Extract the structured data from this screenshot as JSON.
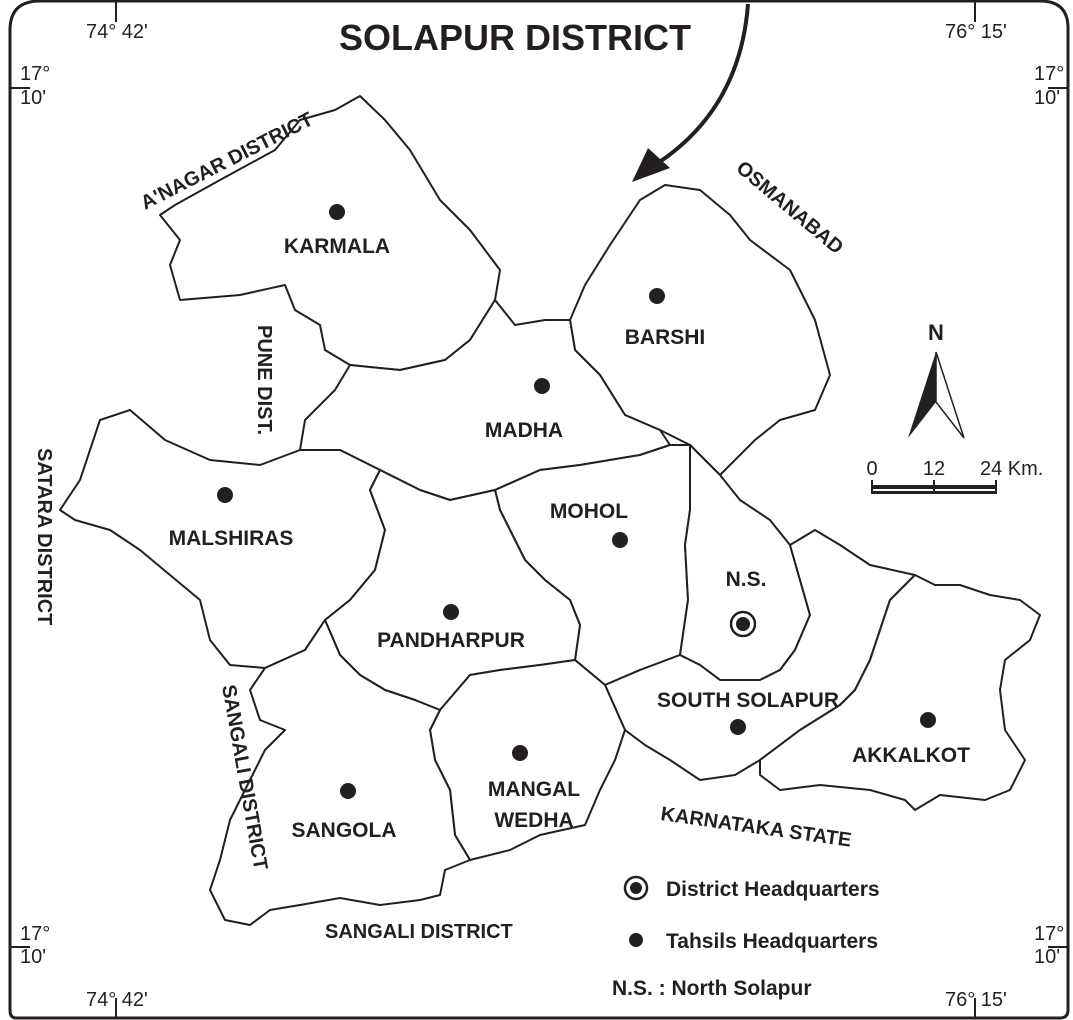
{
  "title": "SOLAPUR DISTRICT",
  "coords": {
    "top_left_lon": "74° 42'",
    "top_right_lon": "76° 15'",
    "bottom_left_lon": "74° 42'",
    "bottom_right_lon": "76° 15'",
    "lat_top_left_deg": "17°",
    "lat_top_left_min": "10'",
    "lat_top_right_deg": "17°",
    "lat_top_right_min": "10'",
    "lat_bottom_left_deg": "17°",
    "lat_bottom_left_min": "10'",
    "lat_bottom_right_deg": "17°",
    "lat_bottom_right_min": "10'"
  },
  "neighbors": {
    "north_west": "A'NAGAR DISTRICT",
    "north_east": "OSMANABAD",
    "west_upper": "PUNE DIST.",
    "west": "SATARA DISTRICT",
    "south_west": "SANGALI DISTRICT",
    "south": "SANGALI DISTRICT",
    "south_east": "KARNATAKA STATE"
  },
  "tahsils": [
    {
      "id": "karmala",
      "name": "KARMALA",
      "hq": "tahsil"
    },
    {
      "id": "barshi",
      "name": "BARSHI",
      "hq": "tahsil"
    },
    {
      "id": "madha",
      "name": "MADHA",
      "hq": "tahsil"
    },
    {
      "id": "malshiras",
      "name": "MALSHIRAS",
      "hq": "tahsil"
    },
    {
      "id": "mohol",
      "name": "MOHOL",
      "hq": "tahsil"
    },
    {
      "id": "ns",
      "name": "N.S.",
      "hq": "district"
    },
    {
      "id": "pandharpur",
      "name": "PANDHARPUR",
      "hq": "tahsil"
    },
    {
      "id": "south_solapur",
      "name": "SOUTH SOLAPUR",
      "hq": "tahsil"
    },
    {
      "id": "akkalkot",
      "name": "AKKALKOT",
      "hq": "tahsil"
    },
    {
      "id": "mangal",
      "name": "MANGAL",
      "hq": "tahsil"
    },
    {
      "id": "wedha",
      "name": "WEDHA",
      "hq": "none"
    },
    {
      "id": "sangola",
      "name": "SANGOLA",
      "hq": "tahsil"
    }
  ],
  "north_arrow": {
    "label": "N"
  },
  "scale": {
    "tick0": "0",
    "tick1": "12",
    "tick2": "24 Km."
  },
  "legend": {
    "district_hq": "District Headquarters",
    "tahsil_hq": "Tahsils Headquarters",
    "abbrev": "N.S. : North Solapur"
  },
  "colors": {
    "ink": "#231f20",
    "background": "#ffffff"
  }
}
